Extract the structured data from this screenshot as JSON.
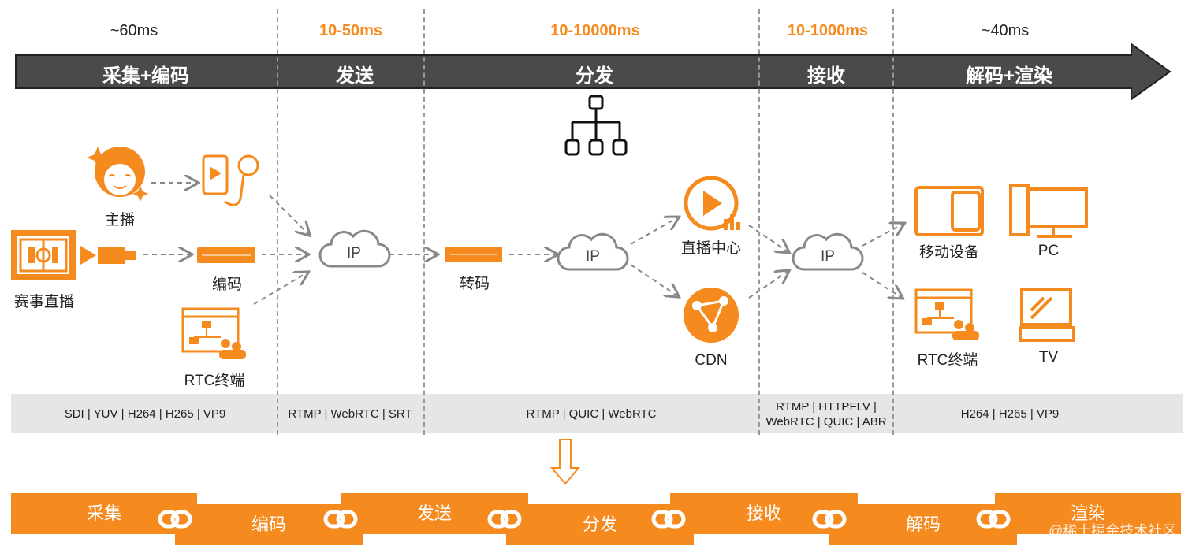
{
  "latency": [
    "~60ms",
    "10-50ms",
    "10-10000ms",
    "10-1000ms",
    "~40ms"
  ],
  "stages": [
    "采集+编码",
    "发送",
    "分发",
    "接收",
    "解码+渲染"
  ],
  "nodes": {
    "anchor": "主播",
    "event_live": "赛事直播",
    "encode": "编码",
    "rtc_terminal": "RTC终端",
    "ip": "IP",
    "transcode": "转码",
    "live_center": "直播中心",
    "cdn": "CDN",
    "mobile_device": "移动设备",
    "pc": "PC",
    "rtc_terminal_2": "RTC终端",
    "tv": "TV"
  },
  "protocols": [
    "SDI | YUV | H264 | H265 | VP9",
    "RTMP | WebRTC | SRT",
    "RTMP  | QUIC | WebRTC",
    "RTMP | HTTPFLV | WebRTC | QUIC | ABR",
    "H264 | H265 | VP9"
  ],
  "chain": [
    "采集",
    "编码",
    "发送",
    "分发",
    "接收",
    "解码",
    "渲染"
  ],
  "watermark": "@稀土掘金技术社区",
  "colors": {
    "accent": "#f58a1f",
    "arrow_bar": "#4a4a4a",
    "band": "#e6e6e6"
  }
}
